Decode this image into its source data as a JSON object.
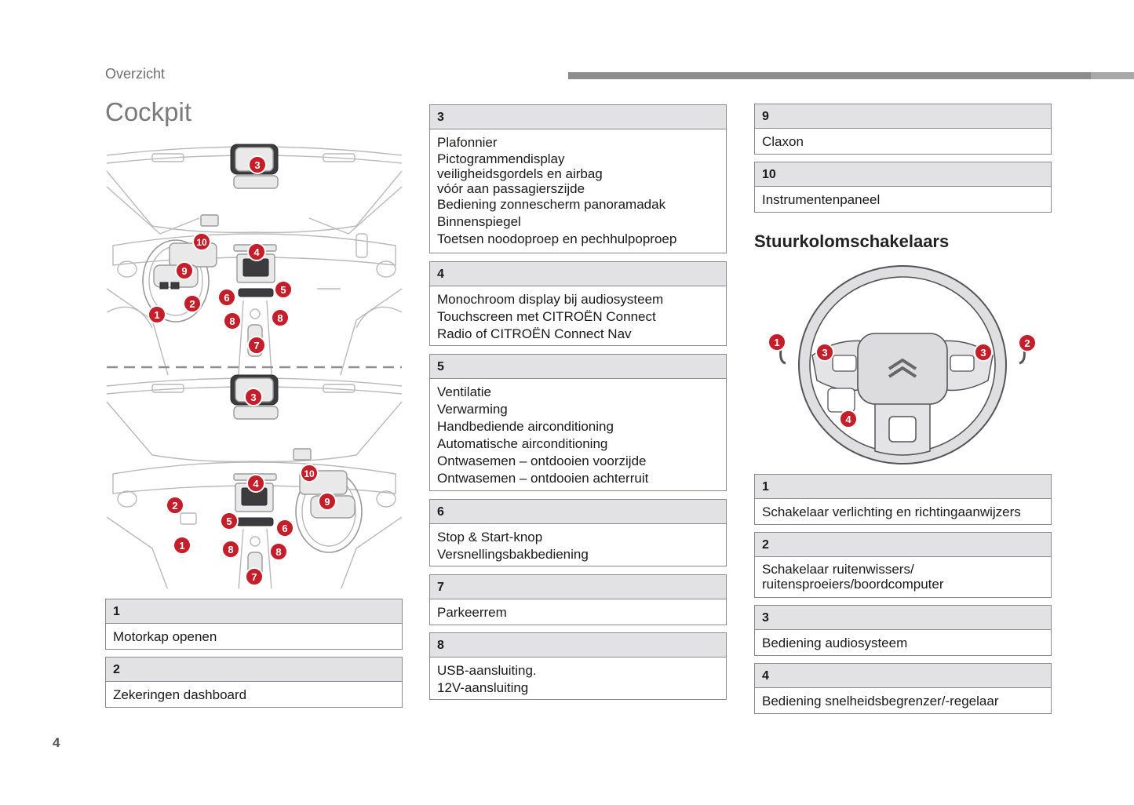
{
  "header": {
    "section": "Overzicht",
    "title": "Cockpit",
    "subtitle": "Stuurkolomschakelaars",
    "page_number": "4"
  },
  "colors": {
    "callout_red": "#c41e2a",
    "box_header_gray": "#e2e2e4",
    "header_bar": "#8c8c8c"
  },
  "diagram_labels": {
    "n1": "1",
    "n2": "2",
    "n3": "3",
    "n4": "4",
    "n5": "5",
    "n6": "6",
    "n7": "7",
    "n8": "8",
    "n9": "9",
    "n10": "10"
  },
  "cockpit_items": [
    {
      "num": "1",
      "lines": [
        "Motorkap openen"
      ]
    },
    {
      "num": "2",
      "lines": [
        "Zekeringen dashboard"
      ]
    },
    {
      "num": "3",
      "lines": [
        "Plafonnier",
        "Pictogrammendisplay",
        "veiligheidsgordels en airbag",
        "vóór aan passagierszijde",
        "Bediening zonnescherm panoramadak",
        "Binnenspiegel",
        "Toetsen noodoproep en pechhulpoproep"
      ]
    },
    {
      "num": "4",
      "lines": [
        "Monochroom display bij audiosysteem",
        "Touchscreen met CITROËN Connect",
        "Radio of CITROËN Connect Nav"
      ]
    },
    {
      "num": "5",
      "lines": [
        "Ventilatie",
        "Verwarming",
        "Handbediende airconditioning",
        "Automatische airconditioning",
        "Ontwasemen – ontdooien voorzijde",
        "Ontwasemen – ontdooien achterruit"
      ]
    },
    {
      "num": "6",
      "lines": [
        "Stop & Start-knop",
        "Versnellingsbakbediening"
      ]
    },
    {
      "num": "7",
      "lines": [
        "Parkeerrem"
      ]
    },
    {
      "num": "8",
      "lines": [
        "USB-aansluiting.",
        "12V-aansluiting"
      ]
    },
    {
      "num": "9",
      "lines": [
        "Claxon"
      ]
    },
    {
      "num": "10",
      "lines": [
        "Instrumentenpaneel"
      ]
    }
  ],
  "steering_items": [
    {
      "num": "1",
      "lines": [
        "Schakelaar verlichting en richtingaanwijzers"
      ]
    },
    {
      "num": "2",
      "lines": [
        "Schakelaar ruitenwissers/",
        "ruitensproeiers/boordcomputer"
      ]
    },
    {
      "num": "3",
      "lines": [
        "Bediening audiosysteem"
      ]
    },
    {
      "num": "4",
      "lines": [
        "Bediening snelheidsbegrenzer/-regelaar"
      ]
    }
  ]
}
